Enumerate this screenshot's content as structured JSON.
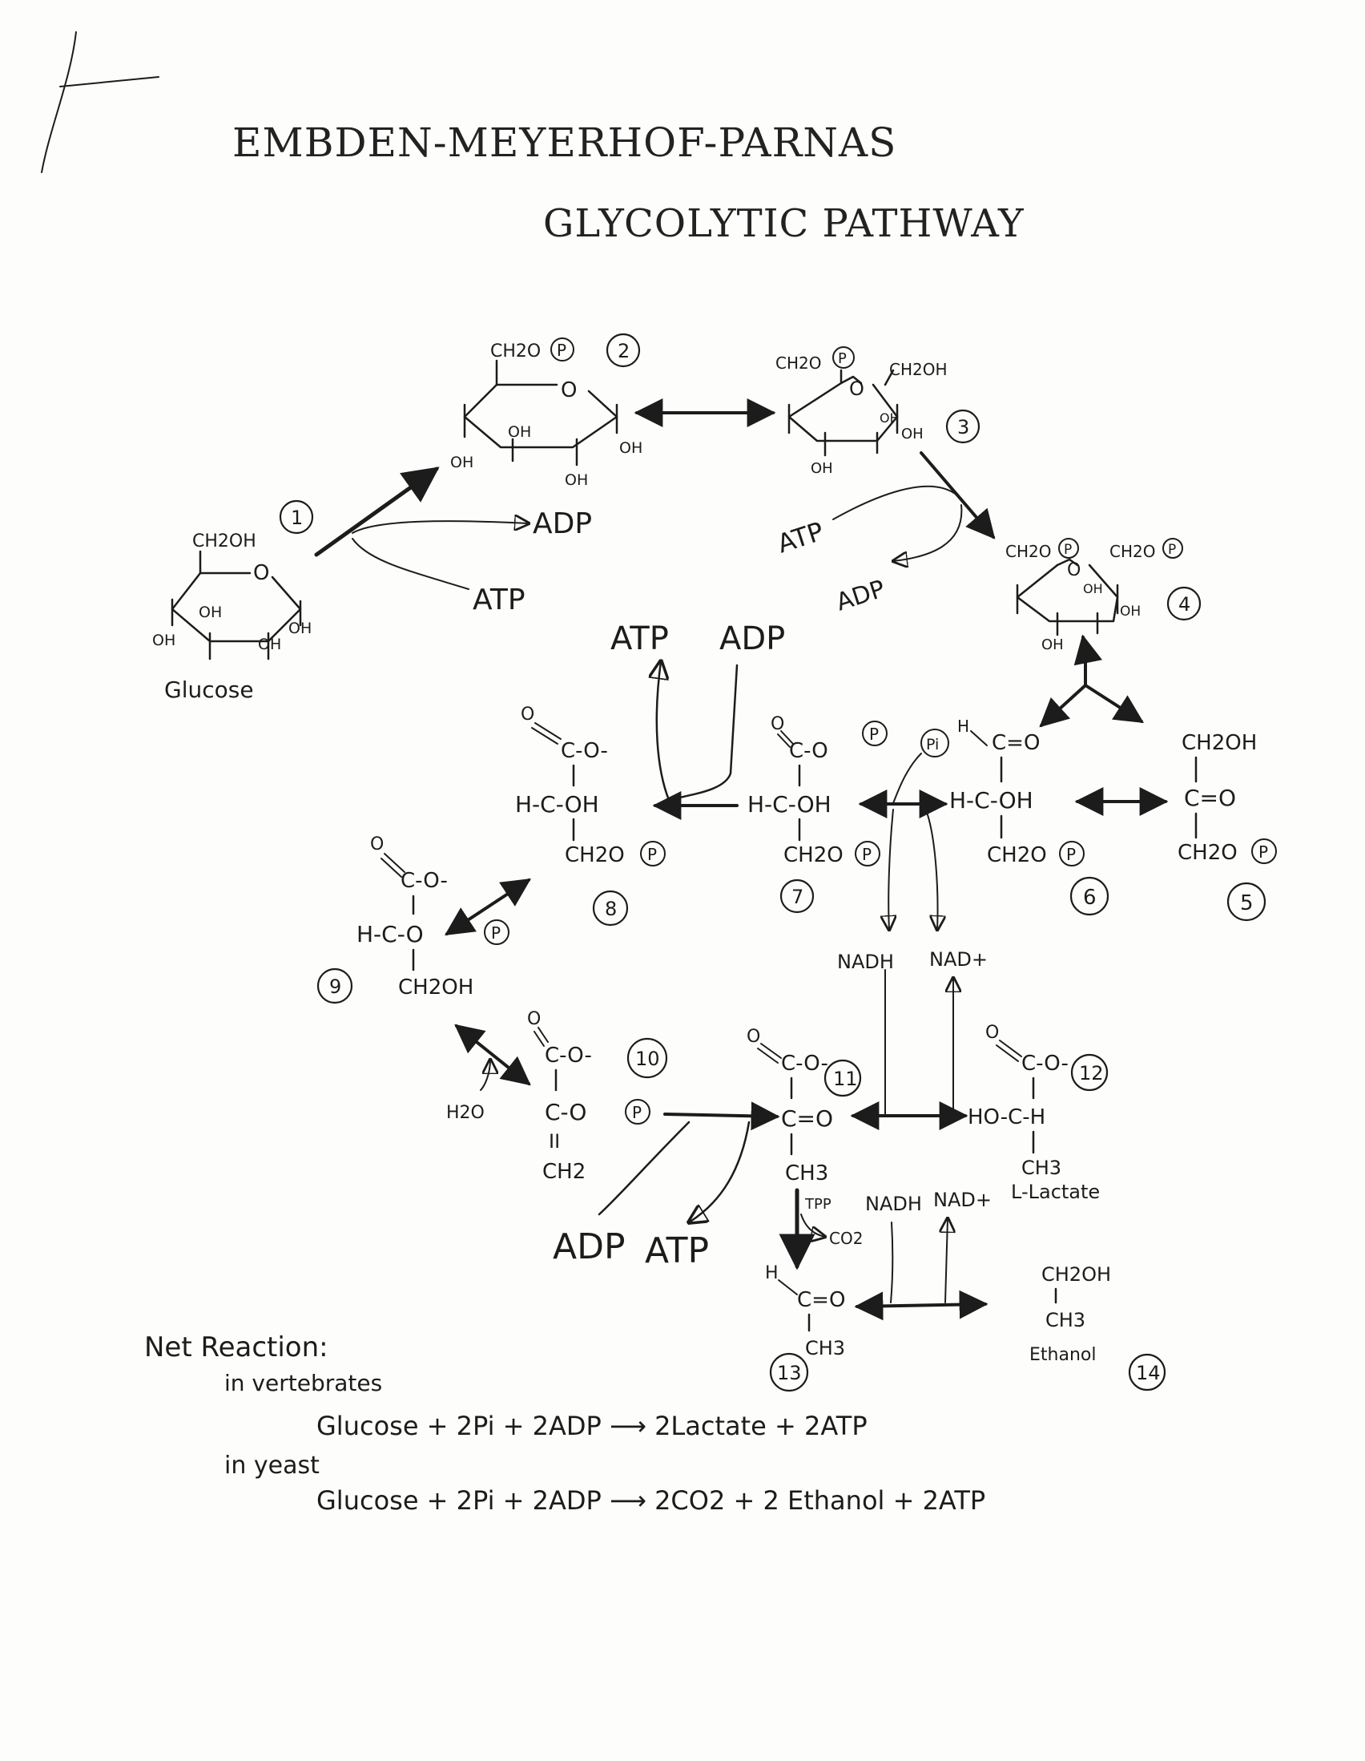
{
  "title": {
    "line1": "EMBDEN-MEYERHOF-PARNAS",
    "line2": "GLYCOLYTIC PATHWAY"
  },
  "compounds": {
    "c1": {
      "num": "1",
      "name": "Glucose",
      "ch2": "CH2OH",
      "ring_o": "O",
      "oh_a": "OH",
      "oh_b": "OH",
      "oh_c": "OH",
      "oh_d": "OH"
    },
    "c2": {
      "num": "2",
      "ch2": "CH2O",
      "ring_o": "O",
      "oh_a": "OH",
      "oh_b": "OH",
      "oh_c": "OH",
      "oh_d": "OH"
    },
    "c3": {
      "num": "3",
      "ch2a": "CH2O",
      "ch2b": "CH2OH",
      "ring_o": "O",
      "oh_a": "OH",
      "oh_b": "OH",
      "oh_c": "OH"
    },
    "c4": {
      "num": "4",
      "ch2a": "CH2O",
      "ch2b": "CH2O",
      "ring_o": "O",
      "oh_a": "OH",
      "oh_b": "OH",
      "oh_c": "OH"
    },
    "c5": {
      "num": "5",
      "l1": "CH2OH",
      "l2": "C=O",
      "l3": "CH2O"
    },
    "c6": {
      "num": "6",
      "l0": "H",
      "l1": "C=O",
      "l2": "H-C-OH",
      "l3": "CH2O"
    },
    "c7": {
      "num": "7",
      "l1": "C-O",
      "l1o": "O",
      "l2": "H-C-OH",
      "l3": "CH2O"
    },
    "c8": {
      "num": "8",
      "l1": "C-O-",
      "l1o": "O",
      "l2": "H-C-OH",
      "l3": "CH2O"
    },
    "c9": {
      "num": "9",
      "l1": "C-O-",
      "l1o": "O",
      "l2": "H-C-O",
      "l3": "CH2OH"
    },
    "c10": {
      "num": "10",
      "l1": "C-O-",
      "l1o": "O",
      "l2": "C-O",
      "l3": "CH2",
      "db": "II"
    },
    "c11": {
      "num": "11",
      "l1": "C-O-",
      "l1o": "O",
      "l2": "C=O",
      "l3": "CH3"
    },
    "c12": {
      "num": "12",
      "l1": "C-O-",
      "l1o": "O",
      "l2": "HO-C-H",
      "l3": "CH3",
      "name": "L-Lactate"
    },
    "c13": {
      "num": "13",
      "l1": "H",
      "l2": "C=O",
      "l3": "CH3"
    },
    "c14": {
      "num": "14",
      "l1": "CH2OH",
      "l2": "CH3",
      "name": "Ethanol"
    }
  },
  "cofactors": {
    "s1_atp": "ATP",
    "s1_adp": "ADP",
    "s3_atp": "ATP",
    "s3_adp": "ADP",
    "s8_atp": "ATP",
    "s8_adp": "ADP",
    "s7_nadh": "NADH",
    "s7_nad": "NAD+",
    "s7_pi": "Pi",
    "s10_adp": "ADP",
    "s10_atp": "ATP",
    "s9_h2o": "H2O",
    "s11_tpp": "TPP",
    "s11_co2": "CO2",
    "s13_nadh": "NADH",
    "s13_nad": "NAD+"
  },
  "phosphate_label": "P",
  "net": {
    "heading": "Net Reaction:",
    "vert_label": "in vertebrates",
    "vert_eq": "Glucose + 2Pi + 2ADP ⟶ 2Lactate + 2ATP",
    "yeast_label": "in yeast",
    "yeast_eq": "Glucose + 2Pi + 2ADP ⟶ 2CO2 + 2 Ethanol + 2ATP"
  },
  "margin_mark": "F"
}
